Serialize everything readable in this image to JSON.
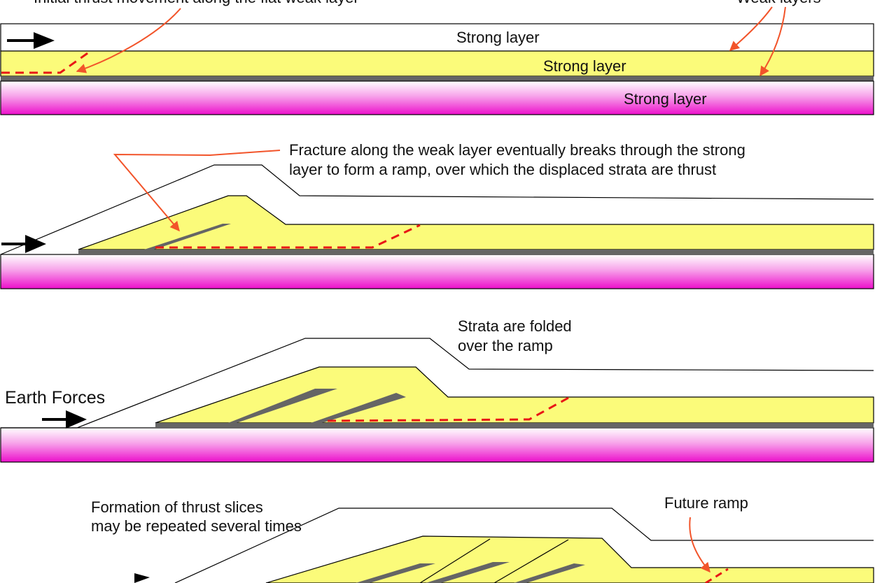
{
  "colors": {
    "weak_layer": "#656565",
    "yellow_layer": "#fbfb7a",
    "magenta_top": "#ffffff",
    "magenta_bottom": "#ee0acc",
    "fracture": "#e81616",
    "pointer": "#f2542a",
    "arrow": "#000000"
  },
  "panel1": {
    "caption": "Initial thrust movement along the flat weak layer",
    "weak_layers_label": "Weak layers",
    "top_layer_label": "Strong layer",
    "middle_layer_label": "Strong layer",
    "bottom_layer_label": "Strong layer"
  },
  "panel2": {
    "caption_line1": "Fracture along the weak layer eventually breaks through the strong",
    "caption_line2": "layer to form a ramp, over which the displaced strata are thrust"
  },
  "panel3": {
    "caption_line1": "Strata are folded",
    "caption_line2": "over the ramp",
    "forces_label": "Earth Forces"
  },
  "panel4": {
    "caption_line1": "Formation of thrust slices",
    "caption_line2": "may be repeated several times",
    "future_ramp_label": "Future ramp"
  }
}
